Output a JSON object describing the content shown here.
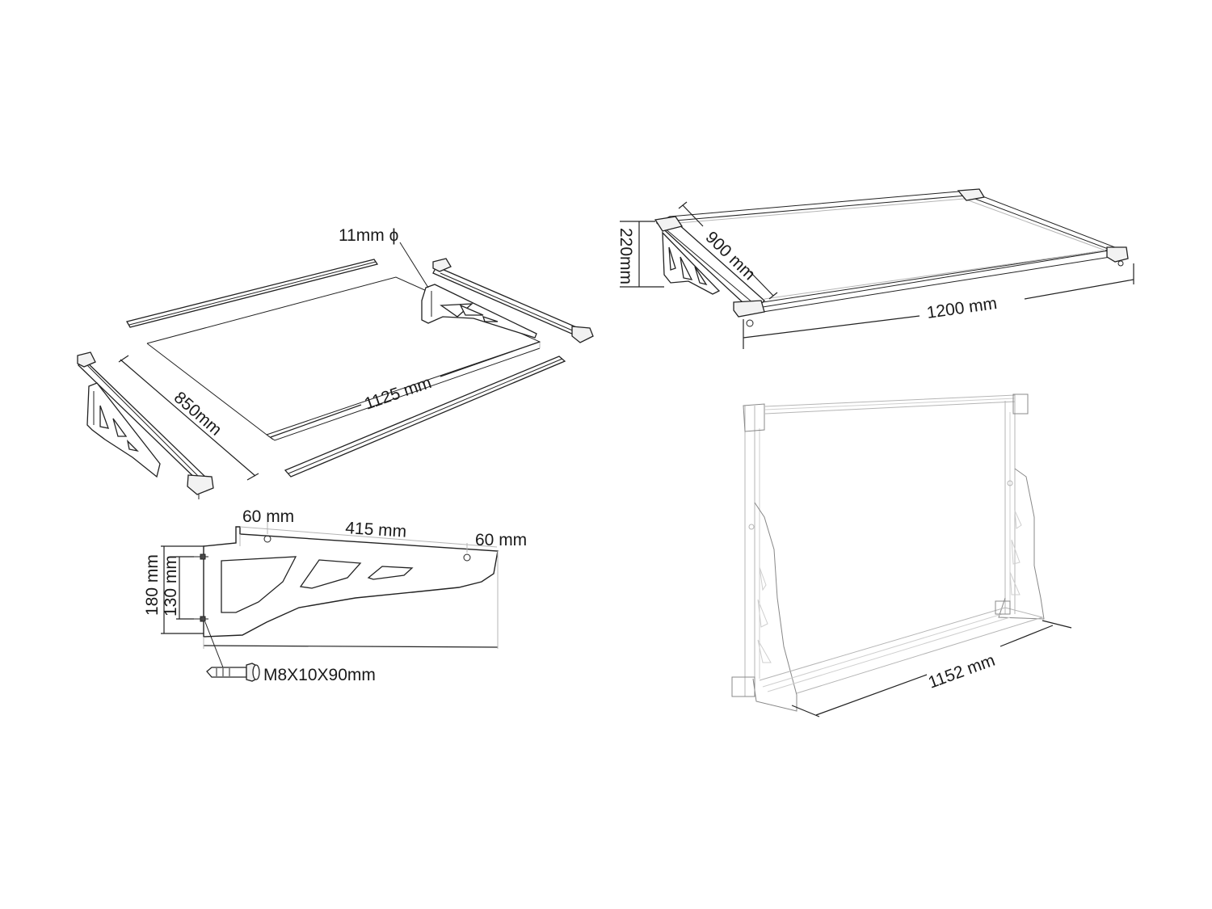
{
  "labels": {
    "hole_diameter": "11mm ϕ",
    "panel_depth": "850mm",
    "panel_width": "1125 mm",
    "bracket_left_offset": "60 mm",
    "bracket_hole_spacing": "415 mm",
    "bracket_right_offset": "60 mm",
    "bracket_height_total": "180 mm",
    "bracket_height_holes": "130 mm",
    "bolt_spec": "M8X10X90mm",
    "assembled_height": "220mm",
    "assembled_depth": "900 mm",
    "assembled_width": "1200 mm",
    "front_view_width": "1152 mm"
  },
  "colors": {
    "line": "#222222",
    "light_line": "#b5b5b5",
    "background": "#ffffff"
  }
}
